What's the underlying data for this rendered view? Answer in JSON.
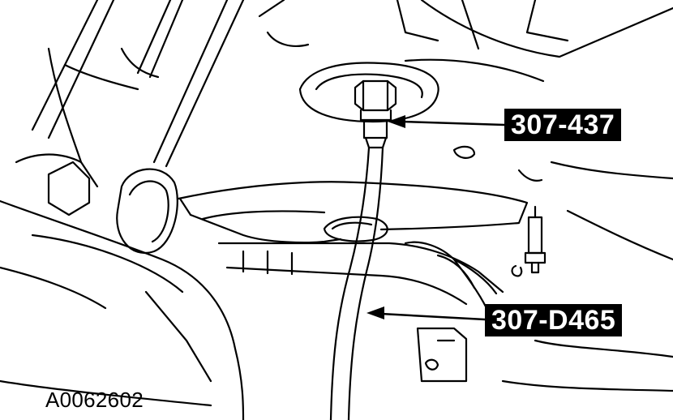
{
  "callouts": {
    "tool_upper": "307-437",
    "tool_lower": "307-D465"
  },
  "figure_id": "A0062602"
}
